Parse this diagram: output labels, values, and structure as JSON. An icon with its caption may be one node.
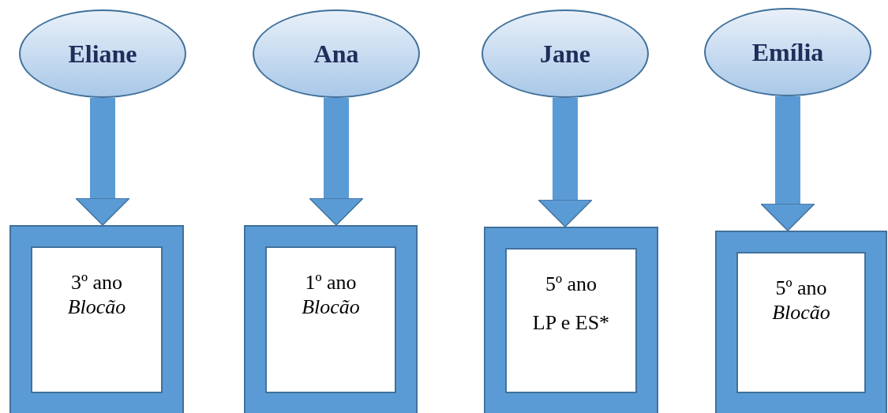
{
  "diagram": {
    "nodes": [
      {
        "text": [
          "Eliane"
        ]
      },
      {
        "text": [
          "Ana"
        ]
      },
      {
        "text": [
          "Jane"
        ]
      },
      {
        "text": [
          "Emília"
        ]
      },
      {
        "text": [
          "3º ano",
          "*Blocão*"
        ]
      },
      {
        "text": [
          "1º ano",
          "*Blocão*"
        ]
      },
      {
        "text": [
          "5º ano",
          "LP e ES*"
        ]
      },
      {
        "text": [
          "5º ano",
          "*Blocão*"
        ]
      }
    ],
    "edges": [
      {
        "from": 0,
        "to": 4,
        "arrow": "to"
      },
      {
        "from": 1,
        "to": 5,
        "arrow": "to"
      },
      {
        "from": 2,
        "to": 6,
        "arrow": "to"
      },
      {
        "from": 3,
        "to": 7,
        "arrow": "to"
      }
    ]
  }
}
